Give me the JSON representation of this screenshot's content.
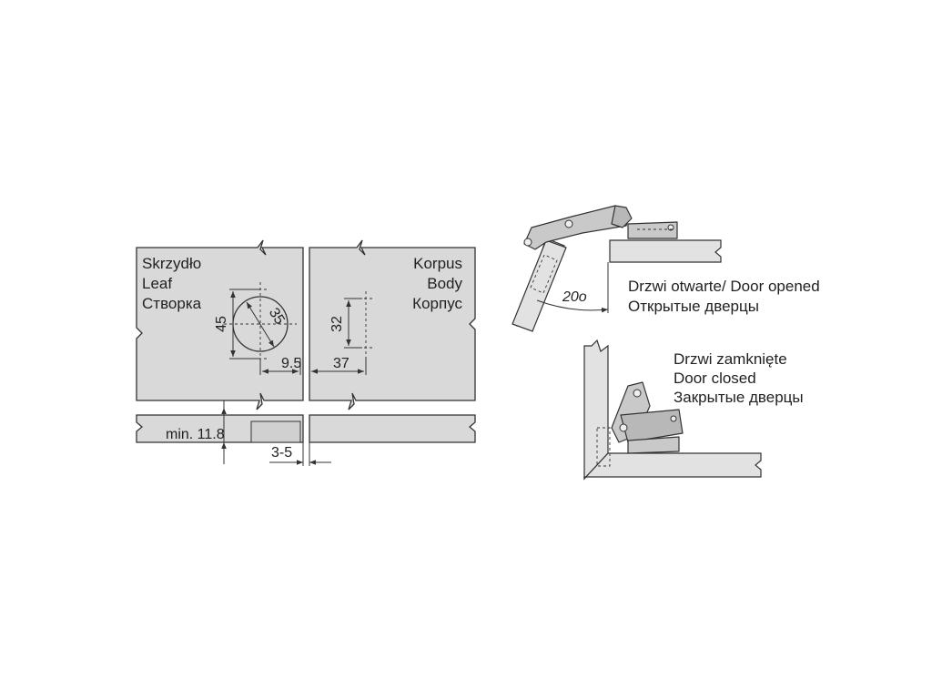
{
  "leaf_panel": {
    "label_pl": "Skrzydło",
    "label_en": "Leaf",
    "label_ru": "Створка"
  },
  "body_panel": {
    "label_pl": "Korpus",
    "label_en": "Body",
    "label_ru": "Корпус"
  },
  "dimensions": {
    "cup_height": "45",
    "cup_diameter": "35",
    "cup_offset": "9.5",
    "plate_height": "32",
    "plate_offset": "37",
    "min_thickness": "min. 11.8",
    "gap": "3-5"
  },
  "door_opened": {
    "angle": "20o",
    "caption_pl_en": "Drzwi otwarte/ Door opened",
    "caption_ru": "Открытые дверцы"
  },
  "door_closed": {
    "caption_pl": "Drzwi zamknięte",
    "caption_en": "Door closed",
    "caption_ru": "Закрытые  дверцы"
  }
}
